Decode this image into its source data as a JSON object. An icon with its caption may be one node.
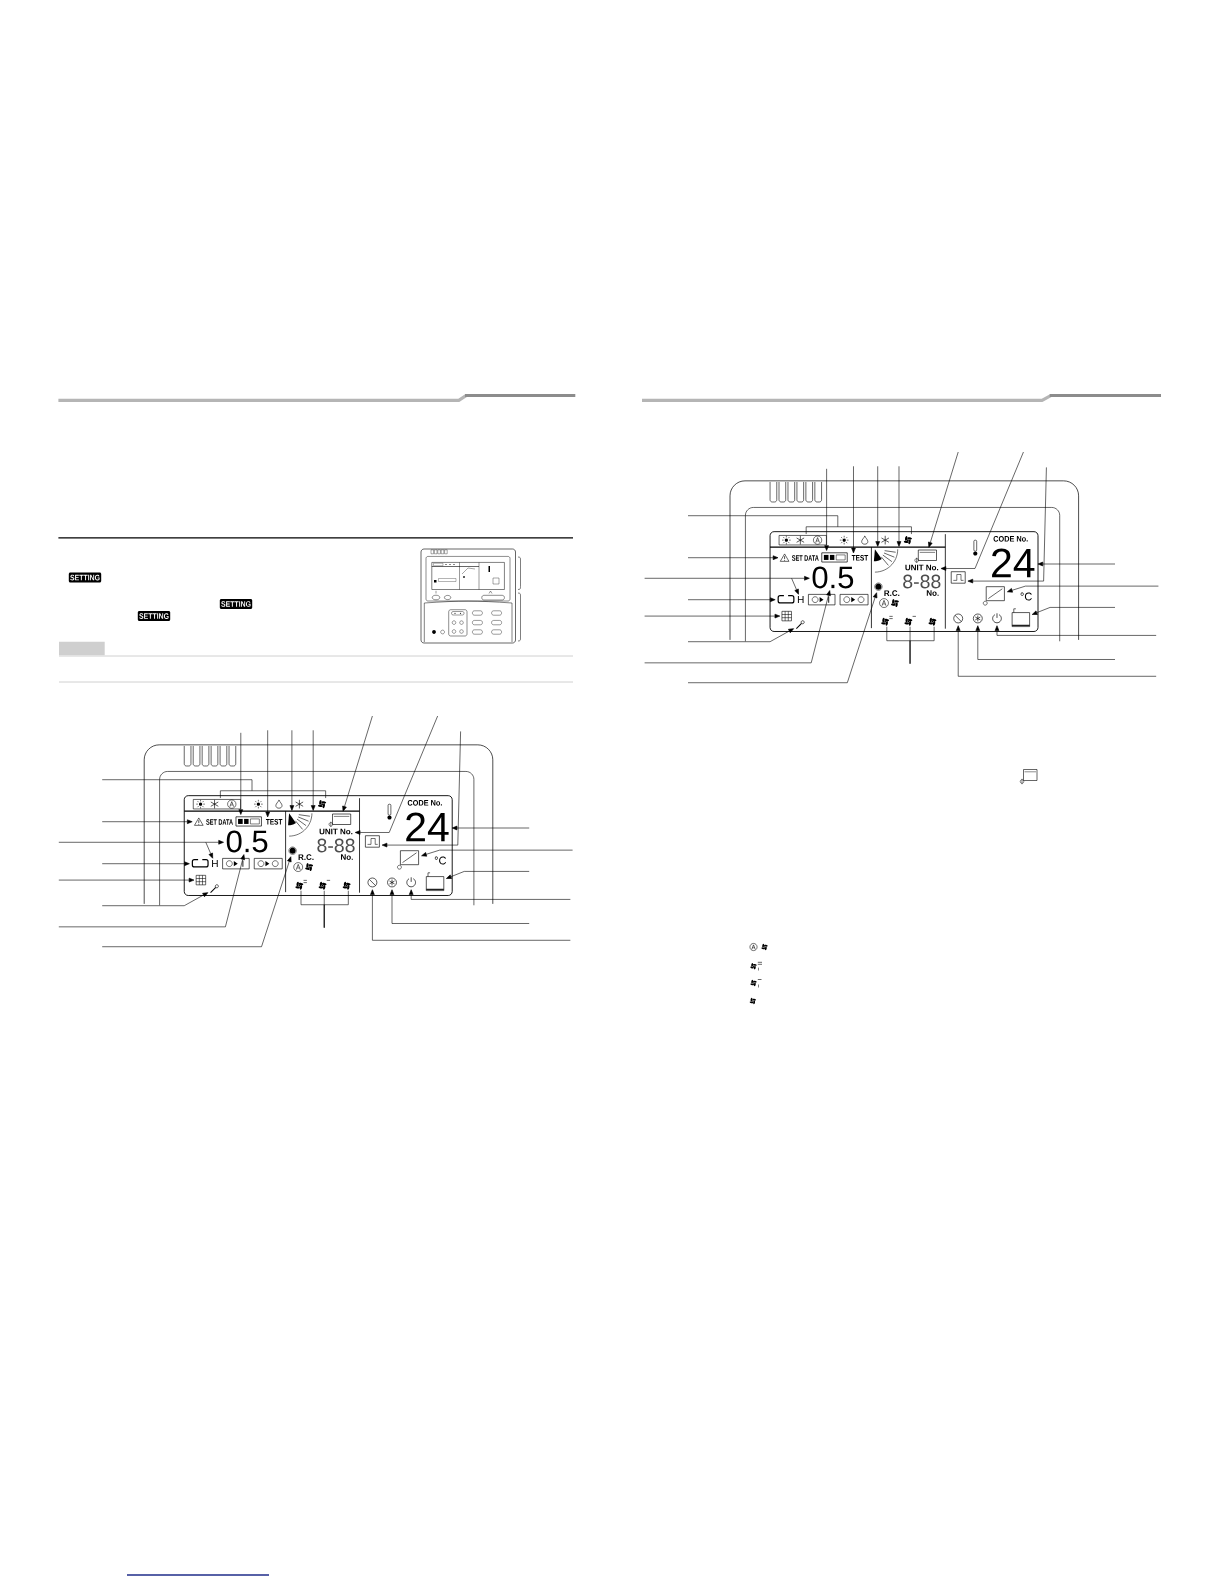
{
  "diagram": {
    "nodes": [
      {
        "text": [
          "SETTING"
        ]
      },
      {
        "text": [
          "SETTING"
        ]
      },
      {
        "text": [
          "SETTING"
        ]
      },
      {
        "text": [],
        "shape": "picture"
      },
      {
        "text": [],
        "shape": "picture"
      },
      {
        "text": [],
        "shape": "picture"
      },
      {
        "text": [
          "TEST"
        ]
      },
      {
        "text": [],
        "shape": "picture"
      },
      {
        "text": [],
        "shape": "picture"
      },
      {
        "text": [
          "UNIT No."
        ]
      },
      {
        "text": [
          "24"
        ]
      },
      {
        "text": [
          "0.5"
        ]
      },
      {
        "text": [],
        "shape": "picture"
      },
      {
        "text": [
          "H"
        ]
      },
      {
        "text": [],
        "shape": "picture"
      },
      {
        "text": [],
        "shape": "picture"
      },
      {
        "text": [],
        "shape": "picture"
      },
      {
        "text": [],
        "shape": "picture"
      },
      {
        "text": [],
        "shape": "picture"
      },
      {
        "text": [],
        "shape": "picture"
      },
      {
        "text": [],
        "shape": "picture"
      },
      {
        "text": [],
        "shape": "picture"
      },
      {
        "text": [],
        "shape": "picture"
      },
      {
        "text": [],
        "shape": "picture"
      },
      {
        "text": [],
        "shape": "picture"
      },
      {
        "text": [],
        "shape": "picture"
      },
      {
        "text": [],
        "shape": "picture"
      },
      {
        "text": [],
        "shape": "picture"
      },
      {
        "text": [],
        "shape": "picture"
      },
      {
        "text": [
          "TEST"
        ]
      },
      {
        "text": [],
        "shape": "picture"
      },
      {
        "text": [],
        "shape": "picture"
      },
      {
        "text": [
          "UNIT No."
        ]
      },
      {
        "text": [
          "24"
        ]
      },
      {
        "text": [
          "0.5"
        ]
      },
      {
        "text": [],
        "shape": "picture"
      },
      {
        "text": [
          "H"
        ]
      },
      {
        "text": [],
        "shape": "picture"
      },
      {
        "text": [],
        "shape": "picture"
      },
      {
        "text": [],
        "shape": "picture"
      },
      {
        "text": [],
        "shape": "picture"
      },
      {
        "text": [],
        "shape": "picture"
      },
      {
        "text": [],
        "shape": "picture"
      },
      {
        "text": [],
        "shape": "picture"
      },
      {
        "text": [],
        "shape": "picture"
      },
      {
        "text": [],
        "shape": "picture"
      },
      {
        "text": [],
        "shape": "picture"
      },
      {
        "text": [],
        "shape": "picture"
      },
      {
        "text": [],
        "shape": "picture"
      }
    ],
    "edges": [
      {
        "from": null,
        "to": 3,
        "arrow": "none"
      },
      {
        "from": null,
        "to": 4,
        "arrow": "to"
      },
      {
        "from": null,
        "to": 11,
        "arrow": "to"
      },
      {
        "from": null,
        "to": 13,
        "arrow": "to"
      },
      {
        "from": null,
        "to": 14,
        "arrow": "to"
      },
      {
        "from": null,
        "to": 16,
        "arrow": "to"
      },
      {
        "from": null,
        "to": 17,
        "arrow": "to"
      },
      {
        "from": null,
        "to": 11,
        "arrow": "to"
      },
      {
        "from": null,
        "to": 15,
        "arrow": "to"
      },
      {
        "from": null,
        "to": 5,
        "arrow": "to"
      },
      {
        "from": null,
        "to": 6,
        "arrow": "to"
      },
      {
        "from": null,
        "to": 7,
        "arrow": "to"
      },
      {
        "from": null,
        "to": 7,
        "arrow": "to"
      },
      {
        "from": null,
        "to": 8,
        "arrow": "to"
      },
      {
        "from": null,
        "to": 9,
        "arrow": "to"
      },
      {
        "from": null,
        "to": 12,
        "arrow": "to"
      },
      {
        "from": null,
        "to": 10,
        "arrow": "to"
      },
      {
        "from": null,
        "to": 18,
        "arrow": "to"
      },
      {
        "from": null,
        "to": 22,
        "arrow": "to"
      },
      {
        "from": null,
        "to": 21,
        "arrow": "to"
      },
      {
        "from": null,
        "to": 20,
        "arrow": "to"
      },
      {
        "from": null,
        "to": 19,
        "arrow": "to"
      },
      {
        "from": null,
        "to": 23,
        "arrow": "none"
      },
      {
        "from": null,
        "to": 24,
        "arrow": "none"
      },
      {
        "from": null,
        "to": 25,
        "arrow": "none"
      },
      {
        "from": null,
        "to": 26,
        "arrow": "none"
      },
      {
        "from": null,
        "to": 27,
        "arrow": "to"
      },
      {
        "from": null,
        "to": 34,
        "arrow": "to"
      },
      {
        "from": null,
        "to": 36,
        "arrow": "to"
      },
      {
        "from": null,
        "to": 37,
        "arrow": "to"
      },
      {
        "from": null,
        "to": 39,
        "arrow": "to"
      },
      {
        "from": null,
        "to": 40,
        "arrow": "to"
      },
      {
        "from": null,
        "to": 34,
        "arrow": "to"
      },
      {
        "from": null,
        "to": 38,
        "arrow": "to"
      },
      {
        "from": null,
        "to": 28,
        "arrow": "to"
      },
      {
        "from": null,
        "to": 29,
        "arrow": "to"
      },
      {
        "from": null,
        "to": 30,
        "arrow": "to"
      },
      {
        "from": null,
        "to": 30,
        "arrow": "to"
      },
      {
        "from": null,
        "to": 31,
        "arrow": "to"
      },
      {
        "from": null,
        "to": 32,
        "arrow": "to"
      },
      {
        "from": null,
        "to": 35,
        "arrow": "to"
      },
      {
        "from": null,
        "to": 33,
        "arrow": "to"
      },
      {
        "from": null,
        "to": 41,
        "arrow": "to"
      },
      {
        "from": null,
        "to": 45,
        "arrow": "to"
      },
      {
        "from": null,
        "to": 44,
        "arrow": "to"
      },
      {
        "from": null,
        "to": 43,
        "arrow": "to"
      },
      {
        "from": null,
        "to": 42,
        "arrow": "to"
      },
      {
        "from": null,
        "to": 46,
        "arrow": "none"
      },
      {
        "from": null,
        "to": 47,
        "arrow": "none"
      },
      {
        "from": null,
        "to": 48,
        "arrow": "none"
      }
    ],
    "labels": [
      "SET DATA",
      "CODE No.",
      "8-88",
      "R.C.",
      "No.",
      "°C",
      "SET DATA",
      "CODE No.",
      "8-88",
      "R.C.",
      "No.",
      "°C"
    ]
  }
}
